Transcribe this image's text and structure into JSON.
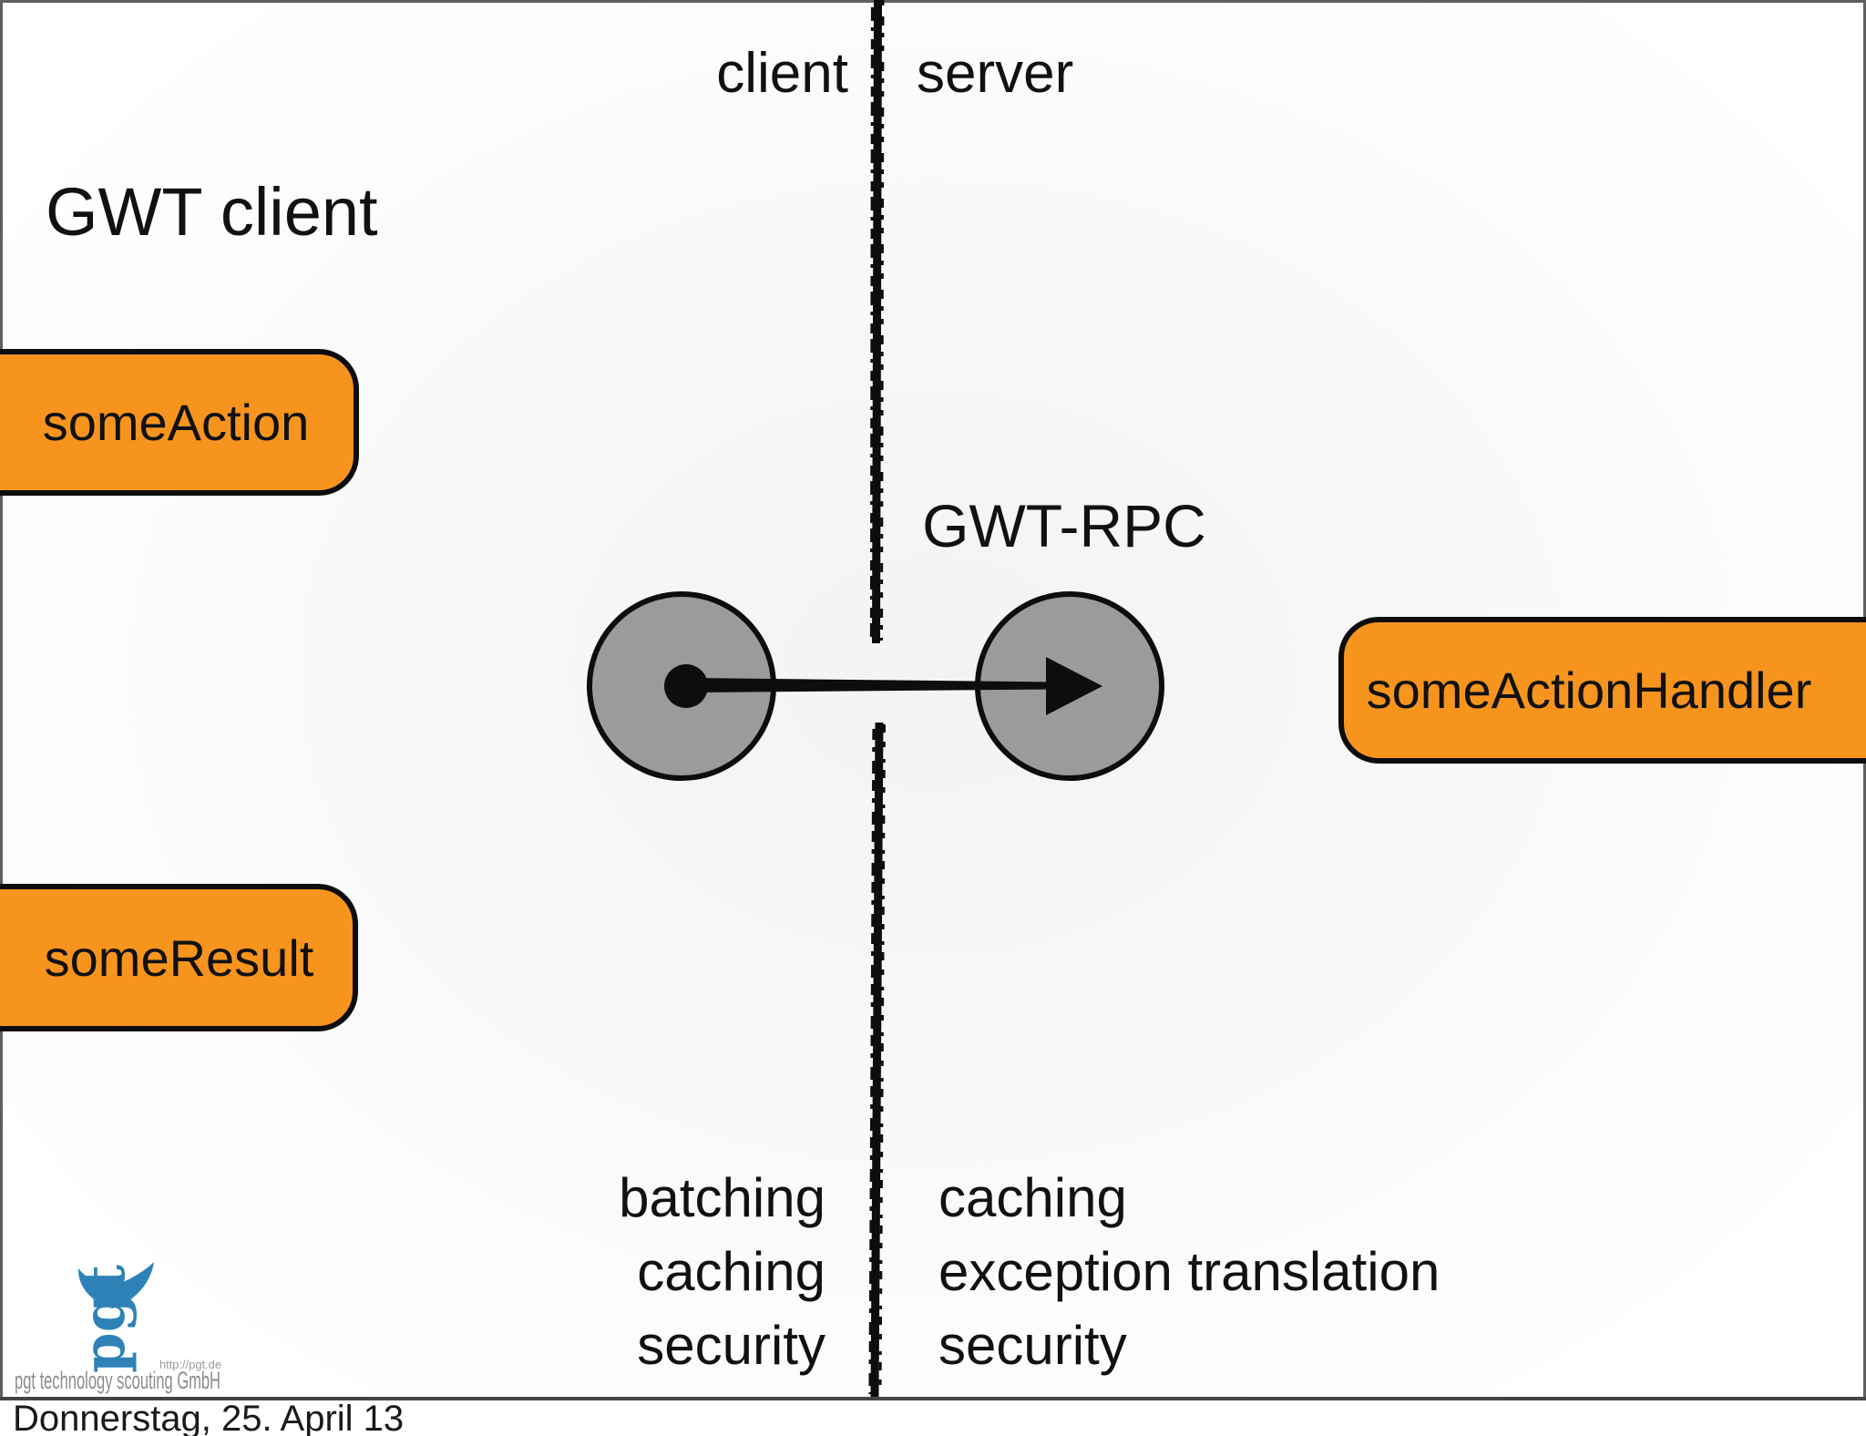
{
  "header": {
    "client_label": "client",
    "server_label": "server"
  },
  "titles": {
    "gwt_client": "GWT client",
    "gwt_rpc": "GWT-RPC"
  },
  "nodes": {
    "some_action": "someAction",
    "some_result": "someResult",
    "some_action_handler": "someActionHandler"
  },
  "client_side_features": [
    "batching",
    "caching",
    "security"
  ],
  "server_side_features": [
    "caching",
    "exception translation",
    "security"
  ],
  "logo": {
    "text": "pgt",
    "url": "http://pgt.de",
    "company": "pgt technology scouting GmbH"
  },
  "footer": {
    "date": "Donnerstag, 25. April 13"
  },
  "colors": {
    "node_orange": "#F7941E",
    "circle_gray": "#9C9B9B",
    "logo_blue": "#2E82B7",
    "logo_caption_gray": "#8C8C8C",
    "line_black": "#0D0D0D",
    "border_gray": "#5F5F5F",
    "separator_gray": "#454545",
    "text_black": "#111111"
  }
}
